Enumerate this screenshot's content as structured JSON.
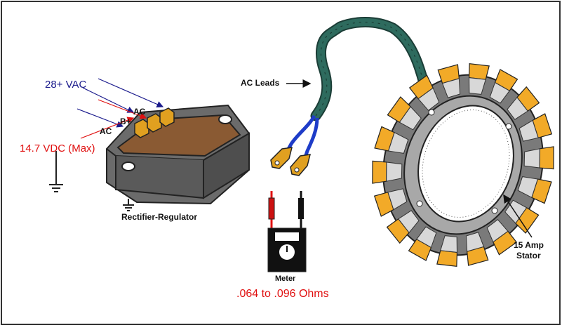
{
  "labels": {
    "vac": "28+ VAC",
    "vdc": "14.7 VDC (Max)",
    "terminal_ac_top": "AC",
    "terminal_b_plus": "B+",
    "terminal_ac_left": "AC",
    "rectifier": "Rectifier-Regulator",
    "ac_leads": "AC Leads",
    "meter": "Meter",
    "ohms": ".064 to .096 Ohms",
    "stator_line1": "15 Amp",
    "stator_line2": "Stator"
  },
  "colors": {
    "frame": "#333333",
    "regulator_body": "#6b6b6b",
    "regulator_top": "#8a5a33",
    "wire_sheath": "#2e6b5e",
    "lead_wire": "#1e3cc8",
    "spade": "#e0a020",
    "stator_tooth": "#f2aa28",
    "stator_steel": "#7a7a7a",
    "red_text": "#e01010",
    "blue_text": "#1a1a8c"
  },
  "icons": [
    "ground-symbol-icon",
    "meter-gauge-icon"
  ]
}
